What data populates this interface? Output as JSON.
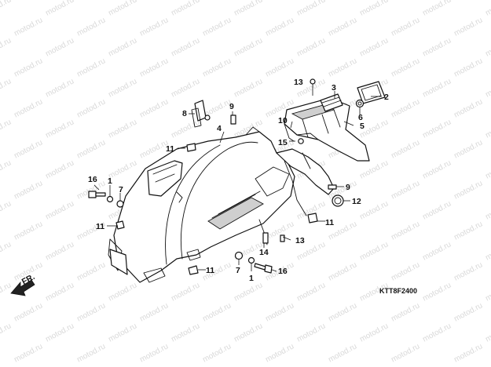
{
  "watermark": "motod.ru",
  "diagram_code": "KTT8F2400",
  "direction_label": "FR.",
  "callouts": [
    "1",
    "2",
    "3",
    "4",
    "5",
    "6",
    "7",
    "8",
    "9",
    "10",
    "11",
    "12",
    "13",
    "14",
    "15",
    "16"
  ]
}
